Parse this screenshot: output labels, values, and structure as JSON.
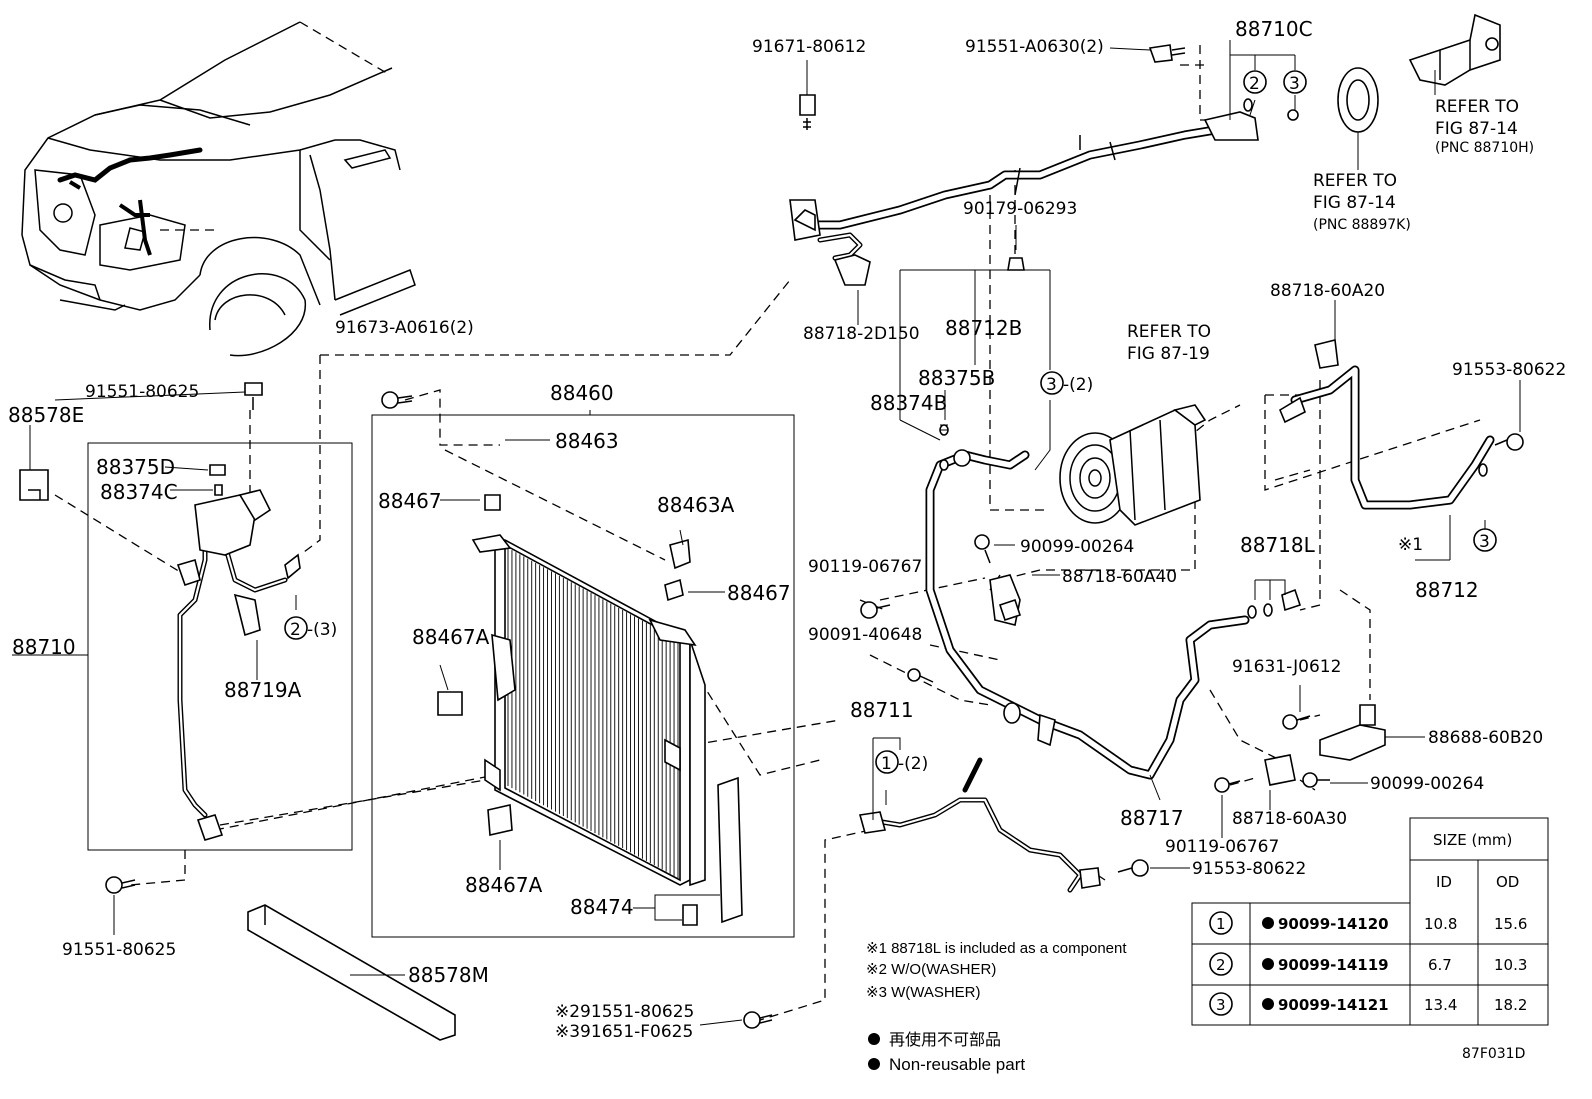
{
  "labels": {
    "p91671_80612": "91671-80612",
    "p91551_A0630": "91551-A0630(2)",
    "p88710C": "88710C",
    "refer_top_right": "REFER TO",
    "fig_top_right": "FIG 87-14",
    "pnc_top_right": "(PNC 88710H)",
    "refer_mid": "REFER TO",
    "fig_mid": "FIG 87-14",
    "pnc_mid": "(PNC 88897K)",
    "p90179_06293": "90179-06293",
    "p88718_2D150": "88718-2D150",
    "p91673_A0616": "91673-A0616(2)",
    "p88712B": "88712B",
    "refer_comp": "REFER TO",
    "fig_comp": "FIG 87-19",
    "p88718_60A20": "88718-60A20",
    "p91553_80622_top": "91553-80622",
    "p91551_80625_a": "91551-80625",
    "p88578E": "88578E",
    "p88460": "88460",
    "p88375B": "88375B",
    "p88374B": "88374B",
    "p88375D": "88375D",
    "p88374C": "88374C",
    "p88463": "88463",
    "p88467_a": "88467",
    "p88463A": "88463A",
    "p90099_00264_a": "90099-00264",
    "p90119_06767_a": "90119-06767",
    "p88718_60A40": "88718-60A40",
    "p88718L": "88718L",
    "p88712": "88712",
    "p88467_b": "88467",
    "p90091_40648": "90091-40648",
    "p88710": "88710",
    "p88467A_a": "88467A",
    "p88719A": "88719A",
    "p91631_J0612": "91631-J0612",
    "p88711": "88711",
    "p88688_60B20": "88688-60B20",
    "p90099_00264_b": "90099-00264",
    "p88717": "88717",
    "p88718_60A30": "88718-60A30",
    "p90119_06767_b": "90119-06767",
    "p91553_80622_bot": "91553-80622",
    "p88467A_b": "88467A",
    "p88474": "88474",
    "p91551_80625_b": "91551-80625",
    "p88578M": "88578M",
    "p91551_80625_c": "※291551-80625",
    "p91651_F0625": "※391651-F0625",
    "circle1": "1",
    "circle2": "2",
    "circle3": "3",
    "qty2": "-(2)",
    "qty3": "-(3)",
    "star1": "※1",
    "code": "87F031D"
  },
  "notes": {
    "n1": "※1 88718L is included as a component",
    "n2": "※2 W/O(WASHER)",
    "n3": "※3 W(WASHER)",
    "legend_jp": "再使用不可部品",
    "legend_en": "Non-reusable part"
  },
  "size_table": {
    "title": "SIZE (mm)",
    "col_id": "ID",
    "col_od": "OD",
    "rows": [
      {
        "num": "1",
        "part": "90099-14120",
        "id": "10.8",
        "od": "15.6"
      },
      {
        "num": "2",
        "part": "90099-14119",
        "id": "6.7",
        "od": "10.3"
      },
      {
        "num": "3",
        "part": "90099-14121",
        "id": "13.4",
        "od": "18.2"
      }
    ]
  }
}
